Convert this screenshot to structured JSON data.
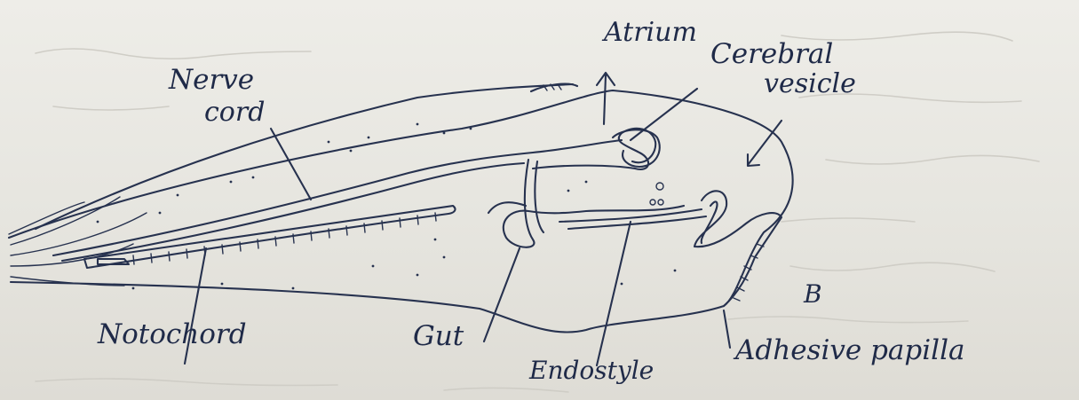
{
  "labels": {
    "atrium": "Atrium",
    "cerebral_vesicle_1": "Cerebral",
    "cerebral_vesicle_2": "vesicle",
    "nerve_cord_1": "Nerve",
    "nerve_cord_2": "cord",
    "notochord": "Notochord",
    "gut": "Gut",
    "endostyle": "Endostyle",
    "adhesive_papilla": "Adhesive papilla",
    "figure_letter": "B"
  },
  "colors": {
    "ink": "#27324f",
    "paper": "#e9e8e3"
  }
}
